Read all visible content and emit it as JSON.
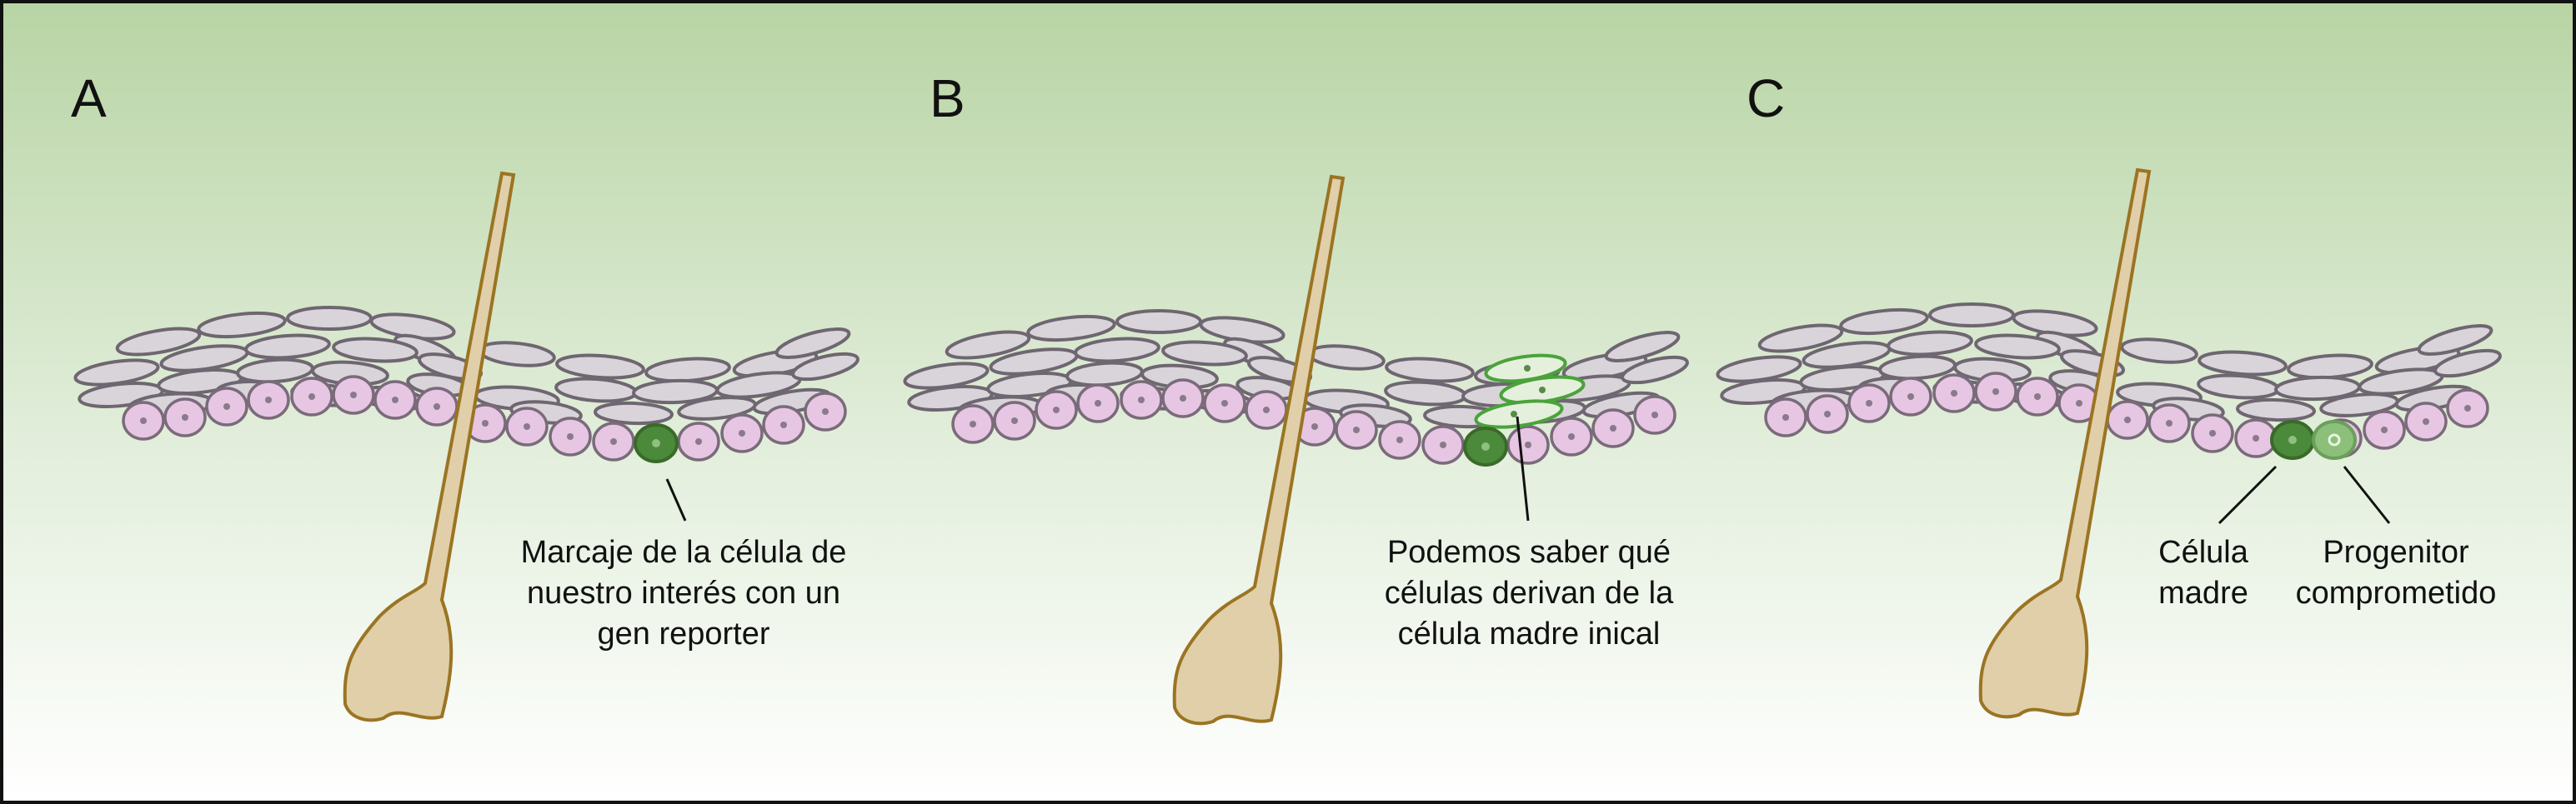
{
  "panels": [
    {
      "letter": "A",
      "caption_lines": [
        "Marcaje de la célula de",
        "nuestro interés con un",
        "gen reporter"
      ]
    },
    {
      "letter": "B",
      "caption_lines": [
        "Podemos saber qué",
        "células derivan de la",
        "célula madre inical"
      ]
    },
    {
      "letter": "C",
      "labels": [
        {
          "lines": [
            "Célula",
            "madre"
          ]
        },
        {
          "lines": [
            "Progenitor",
            "comprometido"
          ]
        }
      ]
    }
  ],
  "colors": {
    "background_top": "#b8d4a4",
    "background_bottom": "#ffffff",
    "stem_cell_green": "#4a8a3a",
    "progenitor_green": "#8cc07a",
    "derived_outline_green": "#4aa33a",
    "basal_cell": "#e6c6e3",
    "flat_cell": "#d9d4da",
    "hair": "#e0cfa8"
  }
}
